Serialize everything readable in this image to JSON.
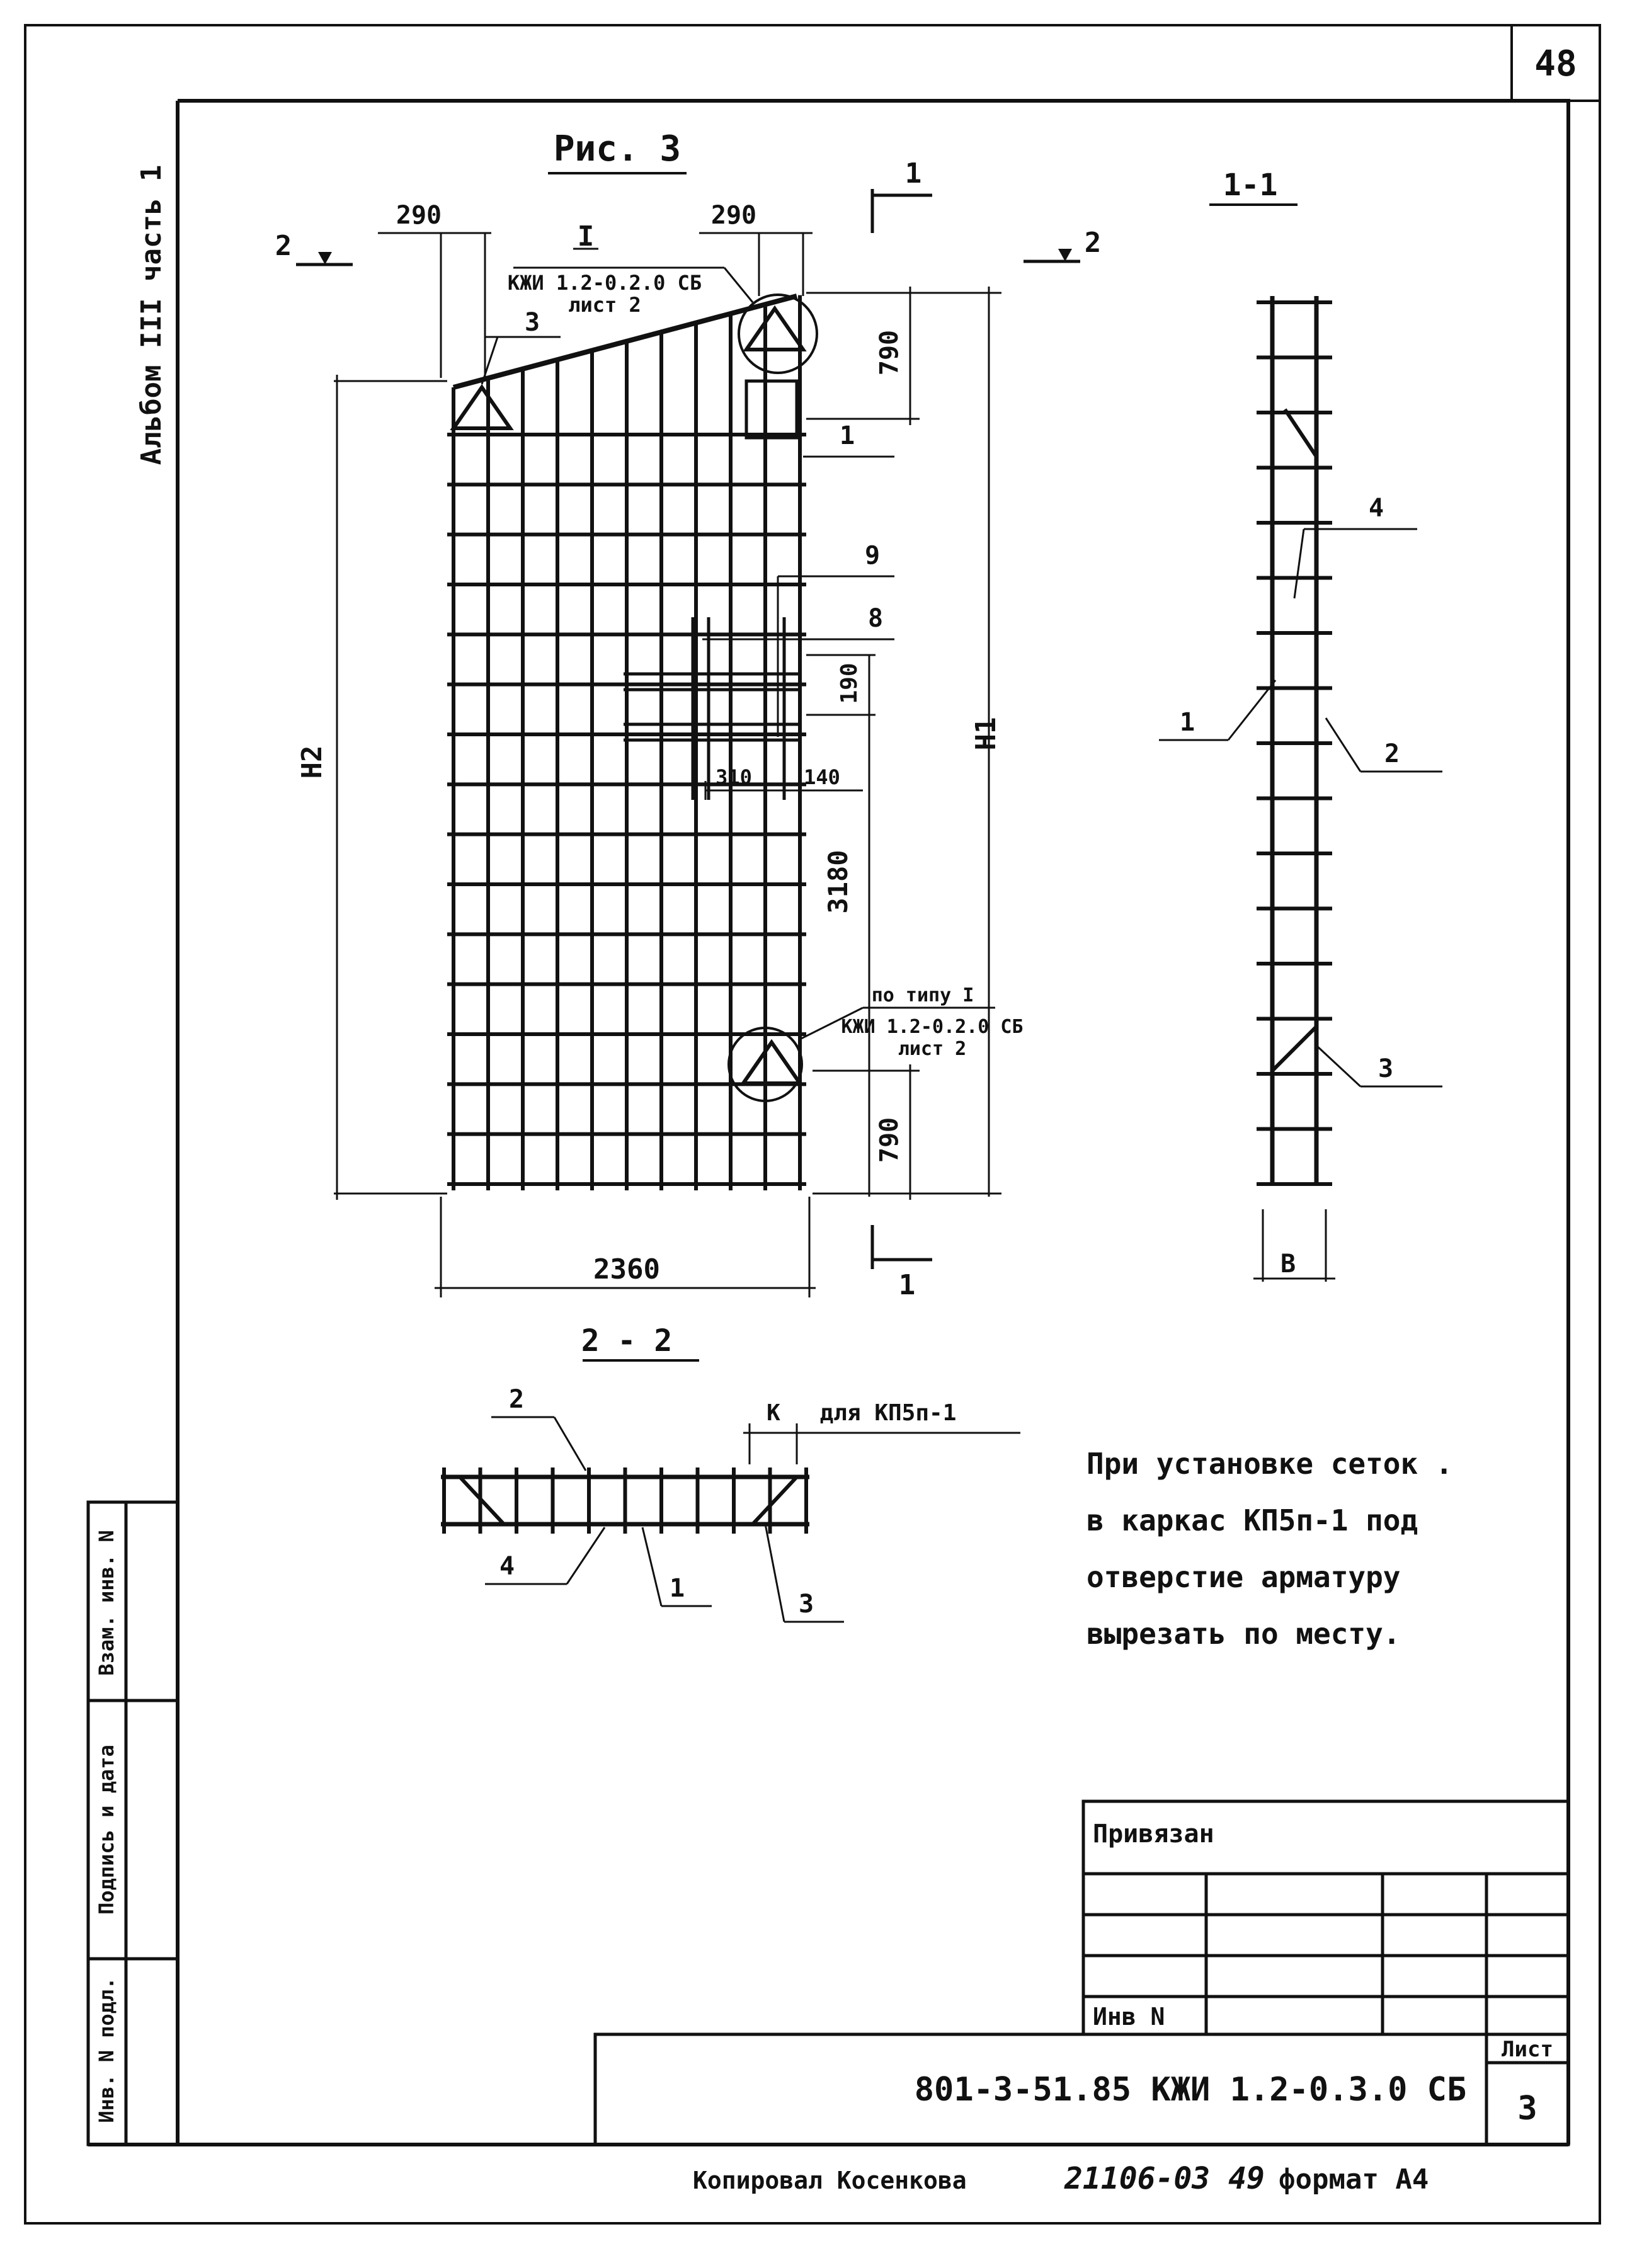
{
  "sheet_number": "48",
  "side_label": "Альбом III часть 1",
  "figure_title": "Рис. 3",
  "dimensions": {
    "top_left": "290",
    "top_right": "290",
    "height_790_top": "790",
    "height_190": "190",
    "width_310": "310",
    "width_140": "140",
    "height_3180": "3180",
    "height_790_bottom": "790",
    "width_2360": "2360",
    "h1": "H1",
    "h2": "H2",
    "b_width": "B",
    "k_dim": "K"
  },
  "callouts": {
    "node_i": "I",
    "node_i_ref": "КЖИ 1.2-0.2.0 СБ",
    "node_i_sheet": "лист 2",
    "by_type_i": "по типу I",
    "by_type_ref": "КЖИ 1.2-0.2.0 СБ",
    "by_type_sheet": "лист 2"
  },
  "positions": {
    "p1": "1",
    "p2": "2",
    "p3": "3",
    "p4": "4",
    "p8": "8",
    "p9": "9"
  },
  "sections": {
    "cut_1": "1",
    "cut_2": "2",
    "section_1_1": "1-1",
    "section_2_2": "2 - 2",
    "for_kp": "для КП5п-1"
  },
  "note": [
    "При установке сеток .",
    "в каркас КП5п-1 под",
    "отверстие арматуру",
    "вырезать по месту."
  ],
  "left_stamp": {
    "inv_orig": "Инв. N подл.",
    "sign_date": "Подпись и дата",
    "replace_inv": "Взам. инв. N"
  },
  "title_block": {
    "attached": "Привязан",
    "inv_no": "Инв N",
    "designation": "801-3-51.85 КЖИ 1.2-0.3.0 СБ",
    "sheet_label": "Лист",
    "sheet_value": "3"
  },
  "footer": {
    "copied": "Копировал Косенкова",
    "code": "21106-03 49",
    "format": "формат А4"
  }
}
